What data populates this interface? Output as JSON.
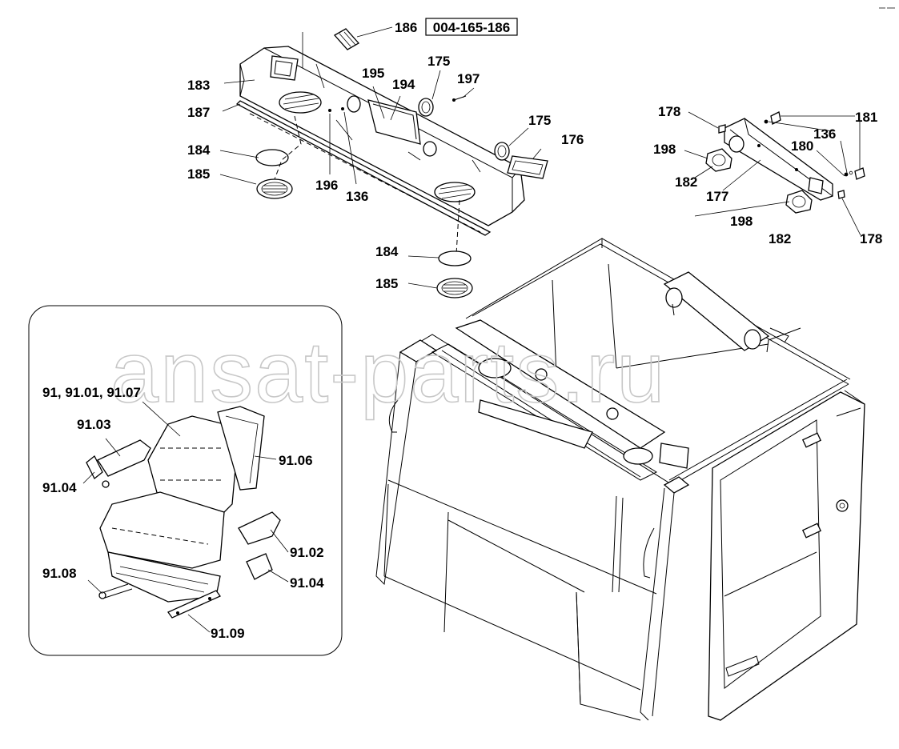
{
  "watermark": "ansat-parts.ru",
  "part_number_box": "004-165-186",
  "labels": {
    "l186": "186",
    "l183": "183",
    "l187": "187",
    "l184a": "184",
    "l185a": "185",
    "l195": "195",
    "l194": "194",
    "l175a": "175",
    "l197": "197",
    "l175b": "175",
    "l176": "176",
    "l196": "196",
    "l136a": "136",
    "l184b": "184",
    "l185b": "185",
    "l178a": "178",
    "l181": "181",
    "l136b": "136",
    "l198a": "198",
    "l180": "180",
    "l182a": "182",
    "l177": "177",
    "l198b": "198",
    "l182b": "182",
    "l178b": "178",
    "s91": "91, 91.01, 91.07",
    "s9103": "91.03",
    "s9106": "91.06",
    "s9104a": "91.04",
    "s9102": "91.02",
    "s9108": "91.08",
    "s9104b": "91.04",
    "s9109": "91.09"
  }
}
